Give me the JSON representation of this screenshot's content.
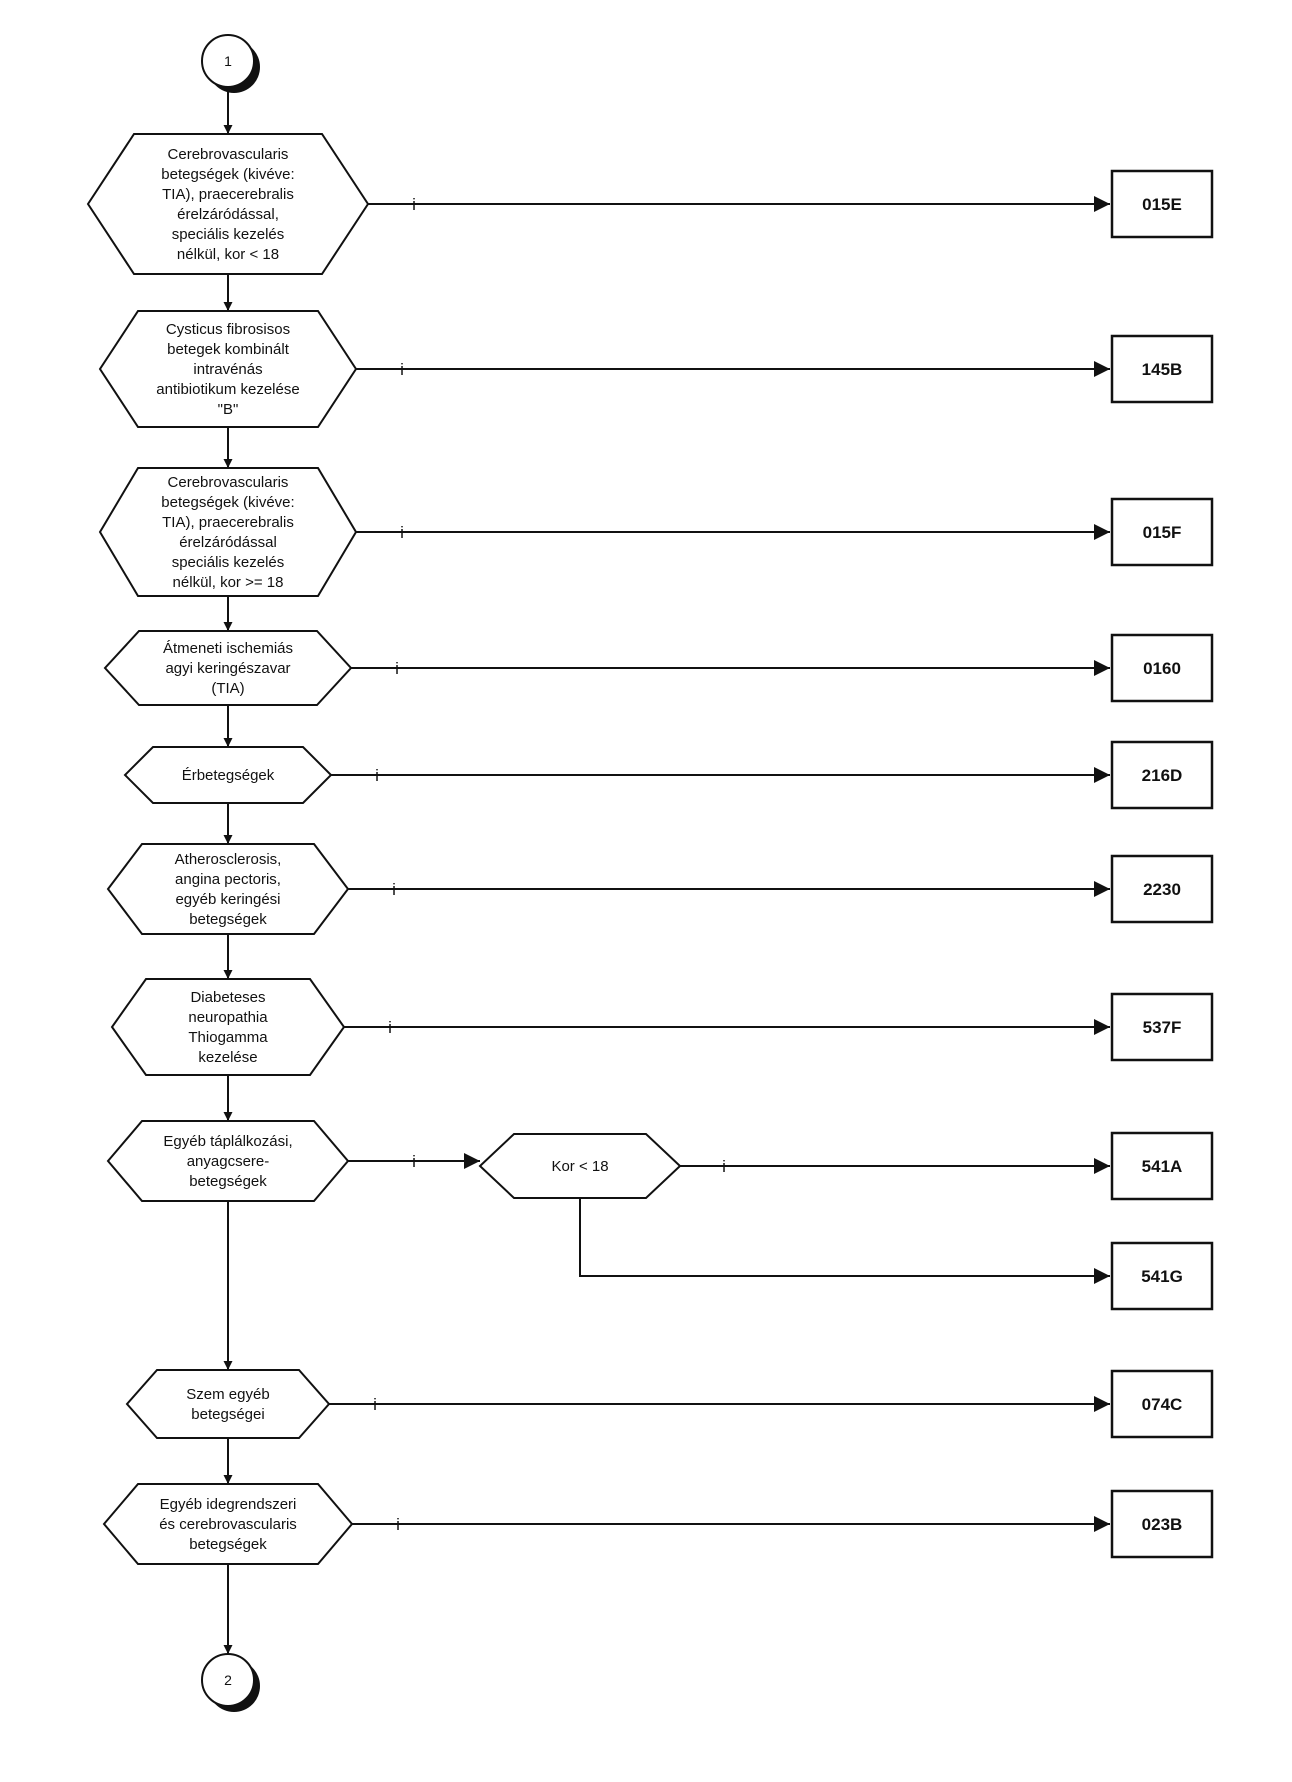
{
  "start_connector": "1",
  "end_connector": "2",
  "yes_mark": "i",
  "decisions": [
    {
      "id": "d1",
      "lines": [
        "Cerebrovascularis",
        "betegségek (kivéve:",
        "TIA), praecerebralis",
        "érelzáródással,",
        "speciális kezelés",
        "nélkül, kor < 18"
      ],
      "code": "015E"
    },
    {
      "id": "d2",
      "lines": [
        "Cysticus fibrosisos",
        "betegek kombinált",
        "intravénás",
        "antibiotikum kezelése",
        "\"B\""
      ],
      "code": "145B"
    },
    {
      "id": "d3",
      "lines": [
        "Cerebrovascularis",
        "betegségek (kivéve:",
        "TIA), praecerebralis",
        "érelzáródással",
        "speciális kezelés",
        "nélkül, kor >= 18"
      ],
      "code": "015F"
    },
    {
      "id": "d4",
      "lines": [
        "Átmeneti ischemiás",
        "agyi keringészavar",
        "(TIA)"
      ],
      "code": "0160"
    },
    {
      "id": "d5",
      "lines": [
        "Érbetegségek"
      ],
      "code": "216D"
    },
    {
      "id": "d6",
      "lines": [
        "Atherosclerosis,",
        "angina pectoris,",
        "egyéb keringési",
        "betegségek"
      ],
      "code": "2230"
    },
    {
      "id": "d7",
      "lines": [
        "Diabeteses",
        "neuropathia",
        "Thiogamma",
        "kezelése"
      ],
      "code": "537F"
    },
    {
      "id": "d8",
      "lines": [
        "Egyéb táplálkozási,",
        "anyagcsere-",
        "betegségek"
      ],
      "code": null
    },
    {
      "id": "d9",
      "lines": [
        "Szem egyéb",
        "betegségei"
      ],
      "code": "074C"
    },
    {
      "id": "d10",
      "lines": [
        "Egyéb idegrendszeri",
        "és cerebrovascularis",
        "betegségek"
      ],
      "code": "023B"
    }
  ],
  "sub_decision": {
    "id": "d8a",
    "lines": [
      "Kor < 18"
    ],
    "code_yes": "541A",
    "code_no": "541G"
  }
}
